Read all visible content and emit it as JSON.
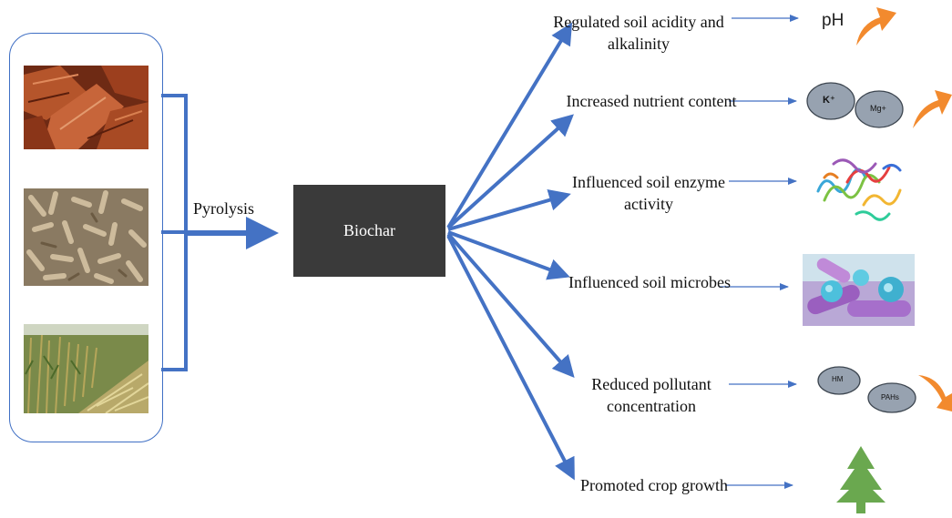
{
  "process": {
    "label": "Pyrolysis"
  },
  "product": {
    "label": "Biochar"
  },
  "feedstocks": [
    {
      "icon": "wood-logs-photo"
    },
    {
      "icon": "wood-pellets-photo"
    },
    {
      "icon": "crop-straw-photo"
    }
  ],
  "effects": [
    {
      "label": "Regulated soil acidity and alkalinity",
      "indicator": "pH",
      "trend": "increase"
    },
    {
      "label": "Increased nutrient content",
      "indicator_ions": [
        "K⁺",
        "Mg+"
      ],
      "trend": "increase"
    },
    {
      "label": "Influenced soil enzyme activity",
      "indicator_icon": "enzyme-protein-icon"
    },
    {
      "label": "Influenced soil microbes",
      "indicator_icon": "microbes-icon"
    },
    {
      "label": "Reduced pollutant concentration",
      "indicator_ions": [
        "HM",
        "PAHs"
      ],
      "trend": "decrease"
    },
    {
      "label": "Promoted crop growth",
      "indicator_icon": "tree-icon"
    }
  ],
  "colors": {
    "arrow": "#4472c4",
    "box": "#3a3a3a",
    "trend_arrow": "#f28a2e",
    "tree": "#6aa84f",
    "ion_ellipse": "#8f9aa8"
  }
}
